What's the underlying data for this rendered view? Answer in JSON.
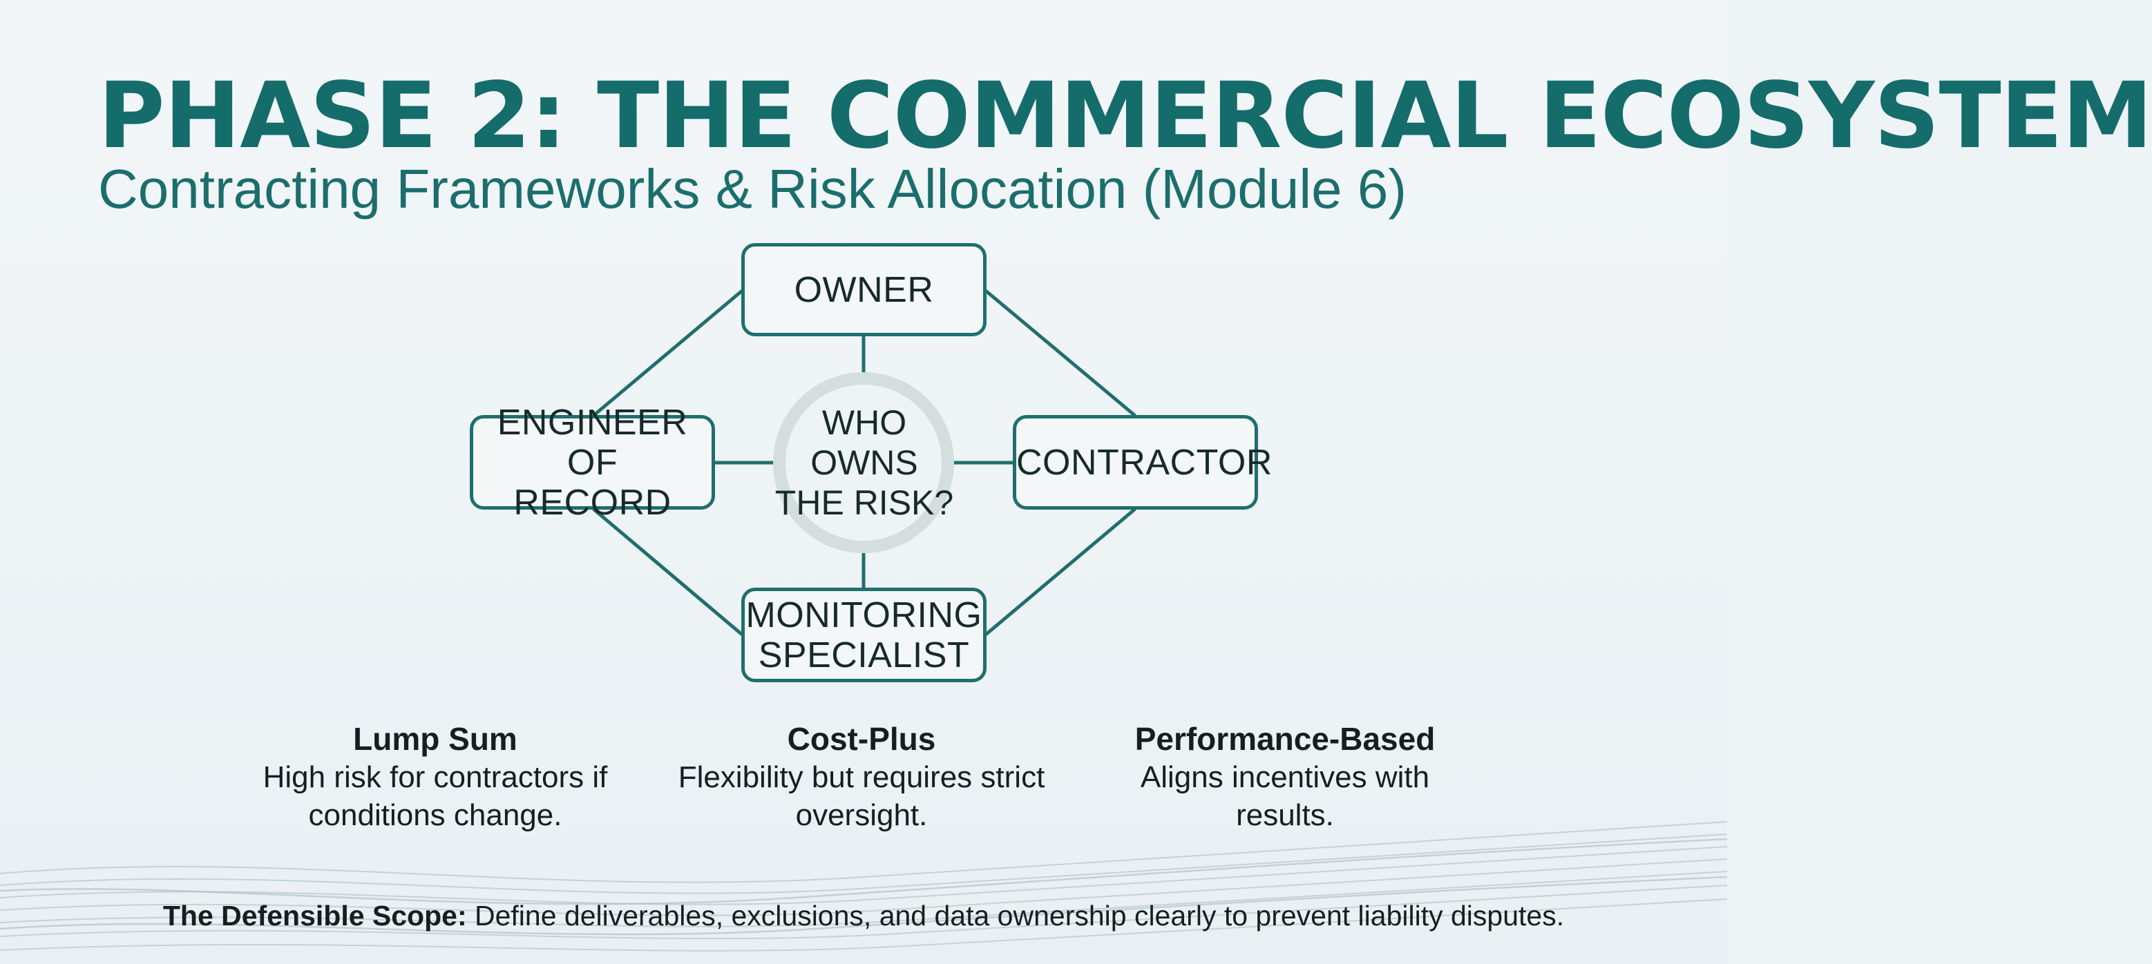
{
  "header": {
    "title": "PHASE 2: THE COMMERCIAL ECOSYSTEM",
    "subtitle": "Contracting Frameworks & Risk Allocation (Module 6)"
  },
  "diagram": {
    "center": {
      "line1": "WHO OWNS",
      "line2": "THE RISK?"
    },
    "nodes": {
      "owner": {
        "line1": "OWNER"
      },
      "engineer": {
        "line1": "ENGINEER OF",
        "line2": "RECORD"
      },
      "contractor": {
        "line1": "CONTRACTOR"
      },
      "monitoring": {
        "line1": "MONITORING",
        "line2": "SPECIALIST"
      }
    }
  },
  "contracts": [
    {
      "title": "Lump Sum",
      "desc_line1": "High risk for contractors if",
      "desc_line2": "conditions change."
    },
    {
      "title": "Cost-Plus",
      "desc_line1": "Flexibility but requires strict",
      "desc_line2": "oversight."
    },
    {
      "title": "Performance-Based",
      "desc_line1": "Aligns incentives with",
      "desc_line2": "results."
    }
  ],
  "footer": {
    "lead": "The Defensible Scope:",
    "text": " Define deliverables, exclusions, and data ownership clearly to prevent liability disputes."
  },
  "colors": {
    "accent": "#146c6b",
    "node_border": "#1f6f6d",
    "ring": "#d4dedf",
    "text": "#172a2a",
    "background": "#eef3f6"
  }
}
